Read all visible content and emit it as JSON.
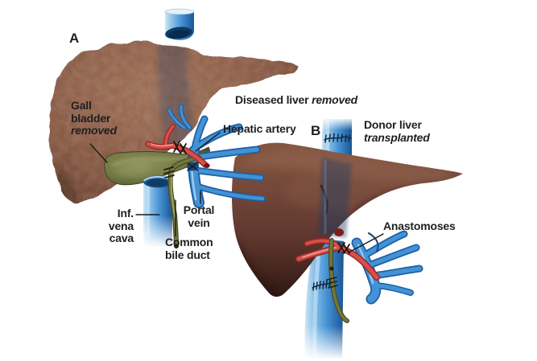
{
  "figure": {
    "type": "medical-illustration",
    "subject": "liver transplantation steps"
  },
  "panel_a": {
    "letter": "A",
    "caption": {
      "normal": "Diseased liver",
      "italic": "removed"
    },
    "labels": {
      "gallbladder": {
        "line1": "Gall",
        "line2": "bladder",
        "line3_italic": "removed"
      },
      "hepatic_artery": "Hepatic artery",
      "inferior_vena_cava": {
        "line1": "Inf.",
        "line2": "vena",
        "line3": "cava"
      },
      "portal_vein": {
        "line1": "Portal",
        "line2": "vein"
      },
      "common_bile_duct": {
        "line1": "Common",
        "line2": "bile duct"
      }
    }
  },
  "panel_b": {
    "letter": "B",
    "caption": {
      "line1": "Donor liver",
      "line2_italic": "transplanted"
    },
    "labels": {
      "anastomoses": "Anastomoses"
    }
  },
  "colors": {
    "background": "#ffffff",
    "label_text": "#1f1f1f",
    "diseased_liver": "#87573f",
    "donor_liver": "#6b4334",
    "gallbladder_green": "#6e7342",
    "vessel_blue": "#4493d6",
    "vessel_blue_dark": "#1d5fa3",
    "hepatic_artery_red": "#d6504a",
    "bile_duct_olive": "#73773c"
  }
}
